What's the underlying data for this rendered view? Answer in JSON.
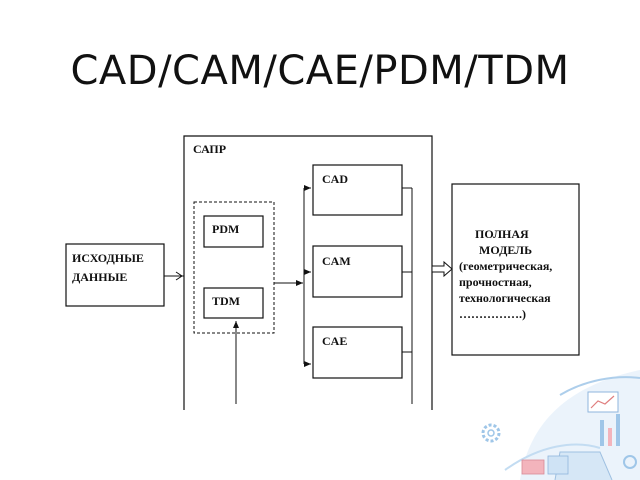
{
  "slide": {
    "title": "CAD/CAM/CAE/PDM/TDM"
  },
  "diagram": {
    "container_label": "САПР",
    "source_lines": [
      "ИСХОДНЫЕ",
      "ДАННЫЕ"
    ],
    "pdm_label": "PDM",
    "tdm_label": "TDM",
    "cad_label": "CAD",
    "cam_label": "CAM",
    "cae_label": "CAE",
    "result_lines": [
      "ПОЛНАЯ",
      "МОДЕЛЬ",
      "(геометрическая,",
      "прочностная,",
      "технологическая",
      "…………….)"
    ]
  },
  "decoration": {
    "accent_color": "#9fc6e8",
    "icons": [
      "gear-icon",
      "chart-icon",
      "laptop-icon"
    ]
  }
}
